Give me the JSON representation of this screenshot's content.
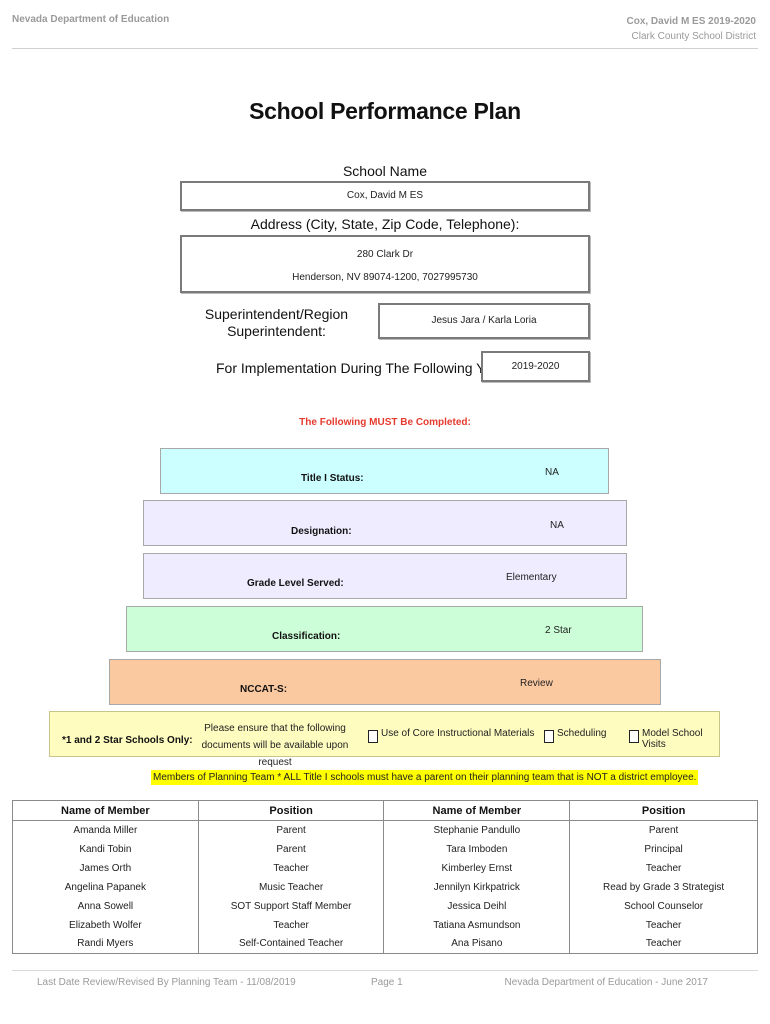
{
  "header": {
    "agency": "Nevada Department of Education",
    "school_year": "Cox, David M ES  2019-2020",
    "district": "Clark County School District"
  },
  "title": "School Performance Plan",
  "school": {
    "name_label": "School Name",
    "name": "Cox, David M ES",
    "address_label": "Address (City, State, Zip Code, Telephone):",
    "address_line1": "280 Clark Dr",
    "address_line2": "Henderson, NV  89074-1200, 7027995730",
    "superintendent_label_1": "Superintendent/Region",
    "superintendent_label_2": "Superintendent:",
    "superintendent": "Jesus Jara / Karla Loria",
    "years_label": "For Implementation During The Following Years:",
    "years": "2019-2020"
  },
  "must_complete": "The Following MUST Be Completed:",
  "pyramid": [
    {
      "key": "Title I Status:",
      "value": "NA",
      "color": "#ccffff"
    },
    {
      "key": "Designation:",
      "value": "NA",
      "color": "#f0ecff"
    },
    {
      "key": "Grade Level Served:",
      "value": "Elementary",
      "color": "#f0ecff"
    },
    {
      "key": "Classification:",
      "value": "2 Star",
      "color": "#ccffd8"
    },
    {
      "key": "NCCAT-S:",
      "value": "Review",
      "color": "#fbc9a0"
    }
  ],
  "star_schools": {
    "label": "*1 and 2 Star Schools Only:",
    "instruction_1": "Please ensure that the following",
    "instruction_2": "documents will be available upon request",
    "checks": [
      "Use of Core Instructional Materials",
      "Scheduling",
      "Model School Visits"
    ]
  },
  "members_note": "Members of Planning Team * ALL Title I schools must have a parent on their planning team that is NOT a district employee.",
  "team": {
    "headers": [
      "Name of Member",
      "Position",
      "Name of Member",
      "Position"
    ],
    "rows": [
      [
        "Amanda Miller",
        "Parent",
        "Stephanie Pandullo",
        "Parent"
      ],
      [
        "Kandi Tobin",
        "Parent",
        "Tara Imboden",
        "Principal"
      ],
      [
        "James Orth",
        "Teacher",
        "Kimberley Ernst",
        "Teacher"
      ],
      [
        "Angelina Papanek",
        "Music Teacher",
        "Jennilyn Kirkpatrick",
        "Read by Grade 3 Strategist"
      ],
      [
        "Anna Sowell",
        "SOT Support Staff Member",
        "Jessica Deihl",
        "School Counselor"
      ],
      [
        "Elizabeth Wolfer",
        "Teacher",
        "Tatiana Asmundson",
        "Teacher"
      ],
      [
        "Randi Myers",
        "Self-Contained Teacher",
        "Ana Pisano",
        "Teacher"
      ]
    ]
  },
  "footer": {
    "left": "Last Date Review/Revised By Planning Team - 11/08/2019",
    "center": "Page 1",
    "right": "Nevada Department of Education - June 2017"
  }
}
